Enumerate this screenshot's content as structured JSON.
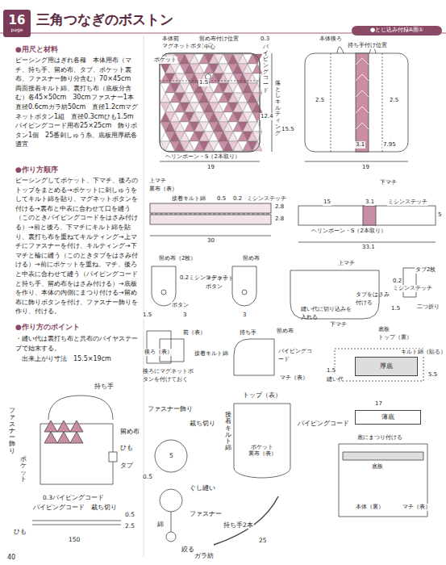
{
  "diagram": {
    "title": "三角つなぎのボストン",
    "nodes": [
      {
        "text": [
          "16",
          "page"
        ]
      },
      {
        "text": [
          "●とじ込み付録A面①"
        ]
      },
      {
        "text": [
          "厚底"
        ]
      },
      {
        "text": [
          "薄底"
        ]
      },
      {
        "text": [
          "ポケット",
          "裏布（表）"
        ]
      }
    ],
    "labels": [
      "●用尺と材料",
      "ピーシング用はぎれ各種　本体用布（マチ、持ち手、留め布、タブ、ポケット裏布、ファスナー飾り分含む）70×45cm　両面接着キルト綿、裏打ち布（底板分含む）各45×50cm　30cmファスナー1本　直径0.6cmガラ紡50cm　直径1.2cmマグネットボタン1組　直径0.3cmひも1.5m　パイピングコード用布25×25cm　飾りボタン1個　25番刺しゅう糸、底板用厚紙各適宜",
      "●作り方順序",
      "ピーシングしてポケット、下マチ、後ろのトップをまとめる→ポケットに刺しゅうをしてキルト綿を貼り、マグネットボタンを付ける→裏布と中表に合わせて口を縫う（このときパイピングコードをはさみ付ける）→前と後ろ、下マチにキルト綿を貼り、裏打ち布を重ねてキルティング→上マチにファスナーを付け、キルティング→下マチと輪に縫う（このときタブをはさみ付ける）→前にポケットを重ね、マチ、後ろと中表に合わせて縫う（パイピングコードと持ち手、留め布をはさみ付ける）→底板を作り、本体の内側にまつり付ける→留め布に飾りボタンを付け、ファスナー飾りを作り、付ける。",
      "●作り方のポイント",
      "・縫い代は裏打ち布と共布のバイヤステープで始末する。",
      "出来上がり寸法　15.5×19cm",
      "持ち手",
      "ファスナー飾り",
      "ポケット",
      "留め布",
      "ひも",
      "タブ",
      "0.3パイピングコード",
      "パイピングコード",
      "裁ち切り",
      "ひも",
      "150",
      "0.5",
      "2.5",
      "ファスナー飾り",
      "裁ち切り",
      "5",
      "0.5",
      "ぐし縫い",
      "ファスナー",
      "綿",
      "絞る",
      "持ち手2本",
      "ガラ紡",
      "25",
      "トップ（表）",
      "パイピングコード",
      "接着キルト綿",
      "本体前",
      "マグネットボタン凸",
      "ポケット",
      "留め布付け位置",
      "中心",
      "1.5",
      "0.3",
      "パイピングコード",
      "落としキルティング",
      "15.5",
      "12.4",
      "ヘリンボーン・S（2本取り）",
      "19",
      "本体後ろ",
      "持ち手付け位置",
      "2.5",
      "2.5",
      "3.1",
      "7.95",
      "19",
      "上マチ",
      "裏布（表）",
      "接着キルト綿",
      "0.5",
      "0.2",
      "ミシンステッチ",
      "2.8",
      "2.8",
      "30",
      "下マチ",
      "15",
      "3.1",
      "ミシンステッチ",
      "5",
      "ヘリンボーン・S（2本取り）",
      "33.1",
      "留め布（2枚）",
      "0.2ミシンステッチ",
      "ボタン",
      "1.5",
      "3",
      "マグネットボタン",
      "留め布",
      "3",
      "上マチ",
      "縫い代に切り込みを入れる",
      "タブをはさみ付ける",
      "下マチ",
      "0.2",
      "ミシンステッチ",
      "タブ2枚",
      "1.5",
      "二つ折り",
      "前（表）",
      "後ろ（表）",
      "接着キルト綿",
      "後ろにマグネットボタンを付けておく",
      "持ち手",
      "留め布",
      "パイピングコード",
      "マチ（表）",
      "底板",
      "トップ（裏）",
      "キルト綿（貼る）",
      "1.5",
      "縫い代",
      "5.5",
      "17",
      "底にまつり付ける",
      "底板",
      "本体（裏）",
      "マチ（表）",
      "40"
    ]
  }
}
